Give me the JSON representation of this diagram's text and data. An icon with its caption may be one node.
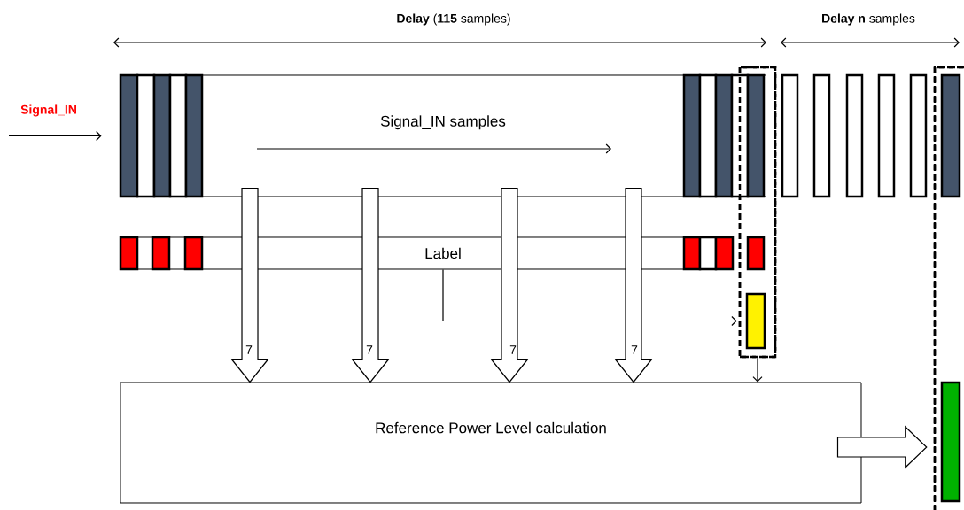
{
  "diagram": {
    "nodes": [
      {
        "text": [
          "Signal_IN samples"
        ]
      },
      {
        "text": [
          "Label"
        ]
      },
      {
        "text": [
          "Reference Power Level calculation"
        ]
      },
      {
        "text": [],
        "shape": "box"
      },
      {
        "text": [],
        "shape": "bar",
        "in": 3
      },
      {
        "text": [],
        "shape": "box"
      },
      {
        "text": [],
        "shape": "bar",
        "in": 5
      }
    ],
    "edges": [
      {
        "from": null,
        "to": 0,
        "arrow": "to",
        "label": "Signal_IN"
      },
      {
        "from": 0,
        "to": 2,
        "arrow": "to",
        "label": "7",
        "style": "thick"
      },
      {
        "from": 0,
        "to": 2,
        "arrow": "to",
        "label": "7",
        "style": "thick"
      },
      {
        "from": 0,
        "to": 2,
        "arrow": "to",
        "label": "7",
        "style": "thick"
      },
      {
        "from": 0,
        "to": 2,
        "arrow": "to",
        "label": "7",
        "style": "thick"
      },
      {
        "from": 1,
        "to": 4,
        "arrow": "to"
      },
      {
        "from": 3,
        "to": 2,
        "arrow": "to"
      },
      {
        "from": 2,
        "to": 5,
        "arrow": "to",
        "style": "thick"
      }
    ],
    "labels": [
      "**Delay** (**115** samples)",
      "**Delay n** samples"
    ]
  }
}
